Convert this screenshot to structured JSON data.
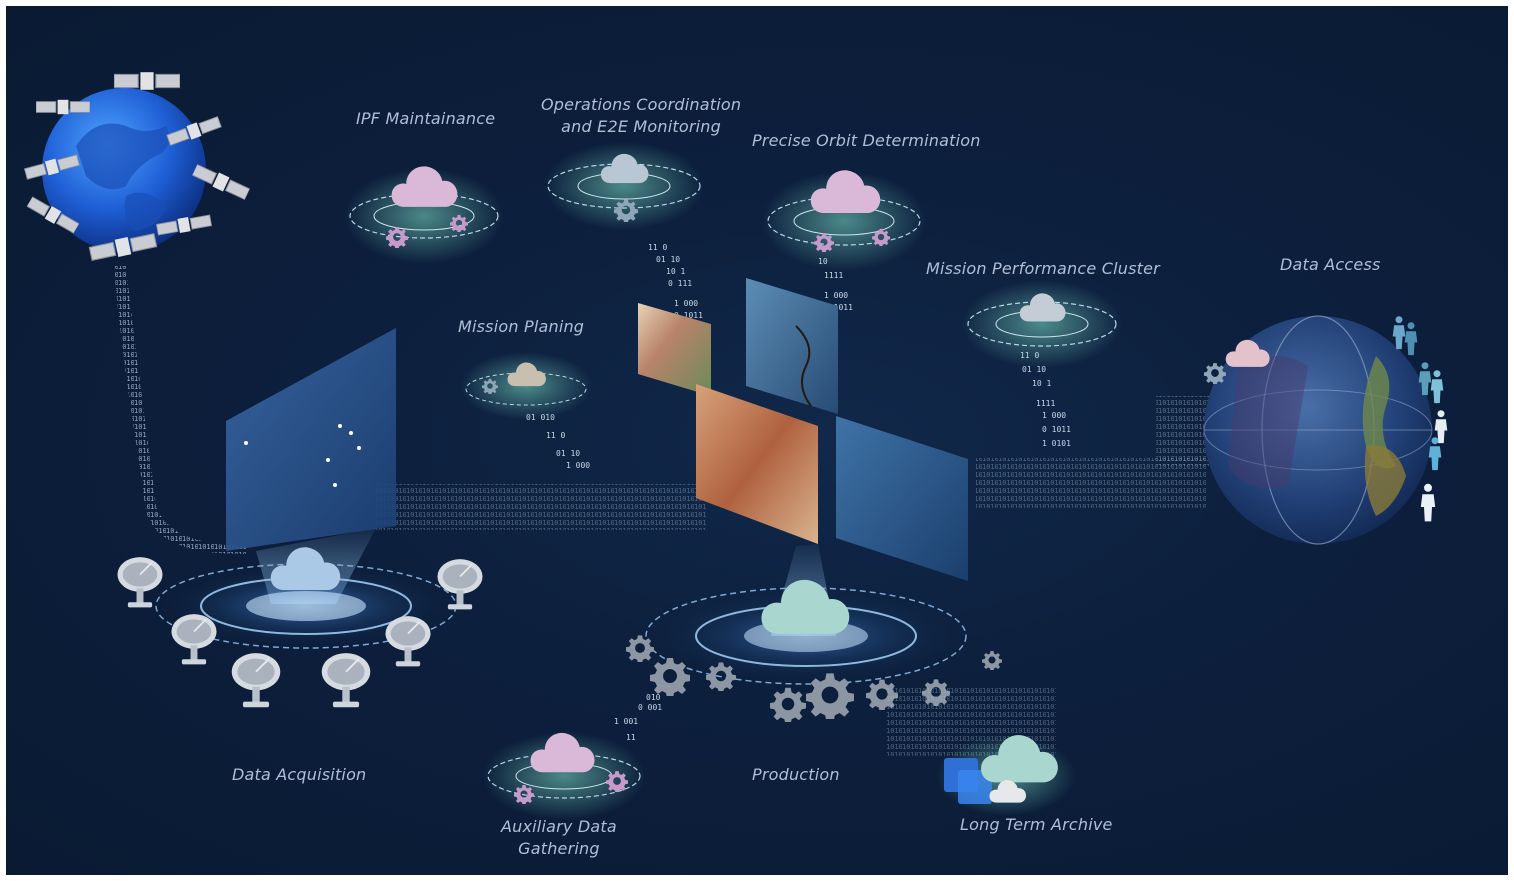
{
  "labels": {
    "ipf": "IPF Maintainance",
    "ops_line1": "Operations Coordination",
    "ops_line2": "and E2E Monitoring",
    "pod": "Precise Orbit Determination",
    "mpc": "Mission Performance Cluster",
    "data_access": "Data Access",
    "mission_planing": "Mission Planing",
    "data_acquisition": "Data Acquisition",
    "production": "Production",
    "aux_line1": "Auxiliary Data",
    "aux_line2": "Gathering",
    "lta": "Long Term Archive"
  },
  "colors": {
    "background": "#0c1f3c",
    "label_text": "#aebfd6",
    "cloud_pink": "#d9b8d8",
    "cloud_teal": "#a9d6cf",
    "cloud_blue": "#a9c9e6",
    "glow": "#6fd3b8"
  },
  "icons": [
    "earth-globe-icon",
    "satellite-icon",
    "cloud-icon",
    "gear-icon",
    "satellite-dish-icon",
    "person-icon",
    "server-cube-icon"
  ]
}
